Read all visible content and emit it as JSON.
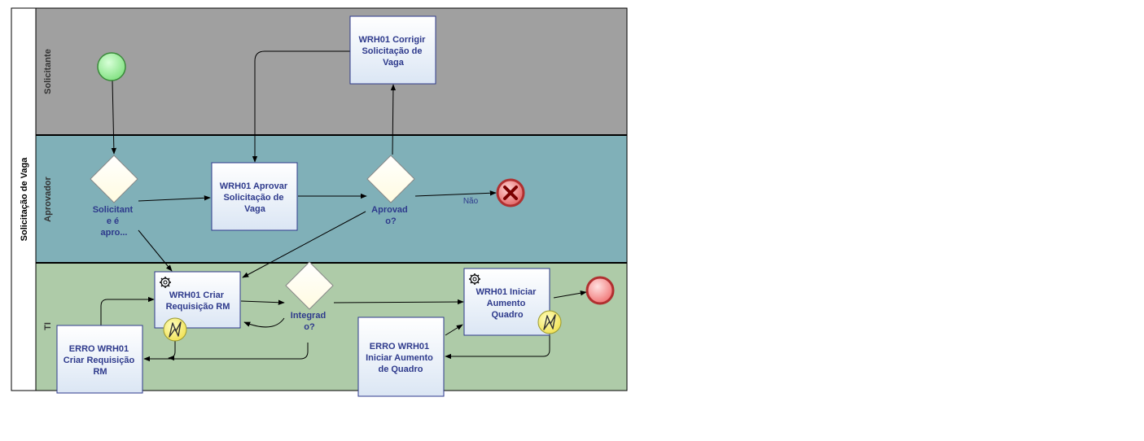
{
  "pool": {
    "label": "Solicitação de Vaga"
  },
  "lanes": {
    "solicitante": {
      "label": "Solicitante",
      "color": "#a0a0a0"
    },
    "aprovador": {
      "label": "Aprovador",
      "color": "#80b0b8"
    },
    "ti": {
      "label": "TI",
      "color": "#aecba8"
    }
  },
  "tasks": {
    "corrigir": [
      "WRH01 Corrigir",
      "Solicitação de",
      "Vaga"
    ],
    "aprovar": [
      "WRH01 Aprovar",
      "Solicitação de",
      "Vaga"
    ],
    "criar_rm": [
      "WRH01 Criar",
      "Requisição RM"
    ],
    "iniciar_aumento": [
      "WRH01 Iniciar",
      "Aumento",
      "Quadro"
    ],
    "erro_criar_rm": [
      "ERRO WRH01",
      "Criar Requisição",
      "RM"
    ],
    "erro_iniciar": [
      "ERRO WRH01",
      "Iniciar Aumento",
      "de Quadro"
    ]
  },
  "gateways": {
    "solicitante_aprovador": [
      "Solicitant",
      "e é",
      "apro..."
    ],
    "aprovado": [
      "Aprovad",
      "o?"
    ],
    "integrado": [
      "Integrad",
      "o?"
    ]
  },
  "flow_labels": {
    "nao": "Não"
  },
  "colors": {
    "start_event": "#7ee07e",
    "end_event": "#f07070",
    "error_end": "#e06060",
    "task_border": "#2e3a8c",
    "label_text": "#2e3a8c"
  },
  "icons": {
    "service_task": "gear-icon",
    "boundary_error": "lightning-icon",
    "error_end": "cross-icon"
  }
}
